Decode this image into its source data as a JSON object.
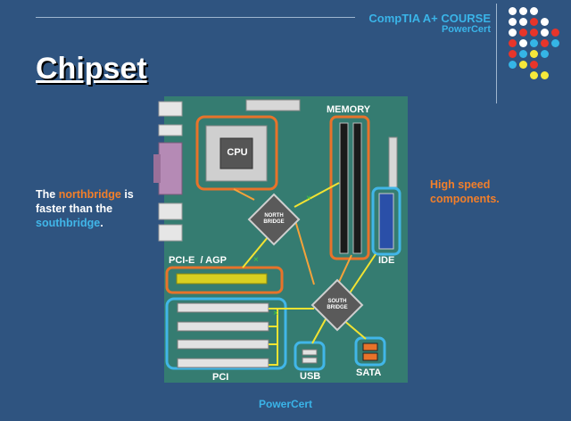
{
  "header": {
    "course_title": "CompTIA A+ COURSE",
    "course_brand": "PowerCert",
    "dot_colors": [
      "#ffffff",
      "#e8352a",
      "#35b5e6",
      "#f5e83a"
    ]
  },
  "slide": {
    "title": "Chipset",
    "left_note": {
      "pre": "The ",
      "north": "northbridge",
      "mid": " is faster than the ",
      "south": "southbridge",
      "post": "."
    },
    "right_note": "High speed components.",
    "footer": "PowerCert"
  },
  "diagram": {
    "cpu": "CPU",
    "northbridge": [
      "NORTH",
      "BRIDGE"
    ],
    "southbridge": [
      "SOUTH",
      "BRIDGE"
    ],
    "labels": {
      "memory": "MEMORY",
      "ide": "IDE",
      "pcie": "PCI-E  / AGP",
      "pci": "PCI",
      "usb": "USB",
      "sata": "SATA"
    },
    "colors": {
      "board": "#357c71",
      "high_speed_link": "#f5a23a",
      "low_speed_link": "#f2e332",
      "high_speed_box": "#e8732a",
      "low_speed_box": "#41b6e8"
    }
  }
}
